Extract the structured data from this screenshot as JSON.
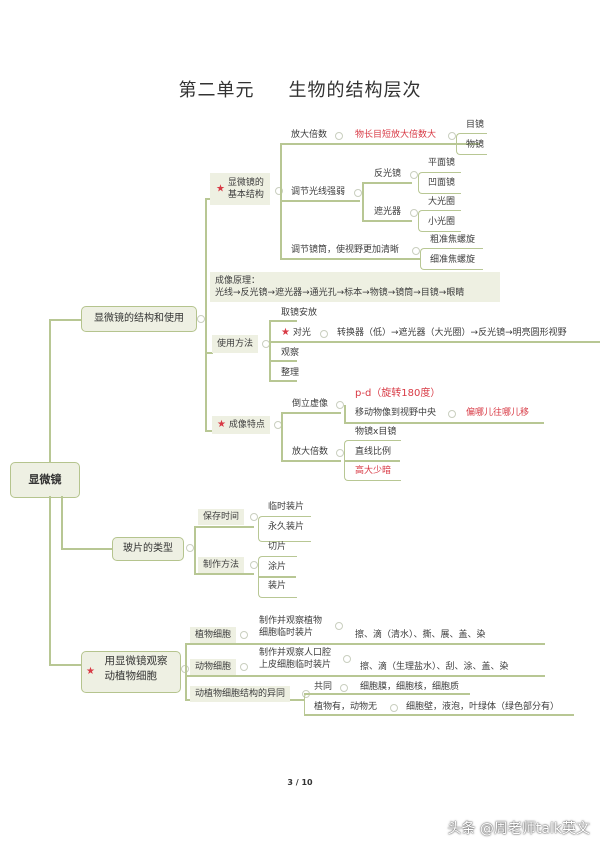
{
  "title": {
    "unit": "第二单元",
    "topic": "生物的结构层次"
  },
  "root": {
    "label": "显微镜"
  },
  "branch1": {
    "label": "显微镜的结构和使用",
    "basic_structure": {
      "label_line1": "显微镜的",
      "label_line2": "基本结构",
      "magnification": {
        "label": "放大倍数",
        "note": "物长目短放大倍数大",
        "children": [
          "目镜",
          "物镜"
        ]
      },
      "light": {
        "label": "调节光线强弱",
        "reflector": {
          "label": "反光镜",
          "children": [
            "平面镜",
            "凹面镜"
          ]
        },
        "diaphragm": {
          "label": "遮光器",
          "children": [
            "大光圈",
            "小光圈"
          ]
        }
      },
      "focus": {
        "label": "调节镜筒，使视野更加清晰",
        "children": [
          "粗准焦螺旋",
          "细准焦螺旋"
        ]
      }
    },
    "imaging_principle": {
      "line1": "成像原理：",
      "line2": "光线→反光镜→遮光器→通光孔→标本→物镜→镜筒→目镜→眼睛"
    },
    "usage": {
      "label": "使用方法",
      "steps": [
        "取镜安放",
        "对光",
        "观察",
        "整理"
      ],
      "light_adjust_note": "转换器（低）→遮光器（大光圈）→反光镜→明亮圆形视野"
    },
    "imaging_features": {
      "label": "成像特点",
      "inverted": {
        "label": "倒立虚像",
        "pd": "p-d（旋转180度）",
        "move": "移动物像到视野中央",
        "move_note": "偏哪儿往哪儿移"
      },
      "magnify": {
        "label": "放大倍数",
        "children": [
          "物镜x目镜",
          "直线比例",
          "高大少暗"
        ]
      }
    }
  },
  "branch2": {
    "label": "玻片的类型",
    "storage": {
      "label": "保存时间",
      "children": [
        "临时装片",
        "永久装片"
      ]
    },
    "making": {
      "label": "制作方法",
      "children": [
        "切片",
        "涂片",
        "装片"
      ]
    }
  },
  "branch3": {
    "label_line1": "用显微镜观察",
    "label_line2": "动植物细胞",
    "plant": {
      "label": "植物细胞",
      "task_line1": "制作并观察植物",
      "task_line2": "细胞临时装片",
      "steps": "擦、滴（清水）、撕、展、盖、染"
    },
    "animal": {
      "label": "动物细胞",
      "task_line1": "制作并观察人口腔",
      "task_line2": "上皮细胞临时装片",
      "steps": "擦、滴（生理盐水）、刮、涂、盖、染"
    },
    "compare": {
      "label": "动植物细胞结构的异同",
      "common": {
        "label": "共同",
        "value": "细胞膜，细胞核，细胞质"
      },
      "plant_only": {
        "label": "植物有，动物无",
        "value": "细胞壁，液泡，叶绿体（绿色部分有）"
      }
    }
  },
  "footer": {
    "page": "3 / 10",
    "watermark": "头条 @周老师talk英文"
  },
  "colors": {
    "line": "#b8c794",
    "node_fill": "#eef0e2",
    "highlight": "#d83a45"
  }
}
